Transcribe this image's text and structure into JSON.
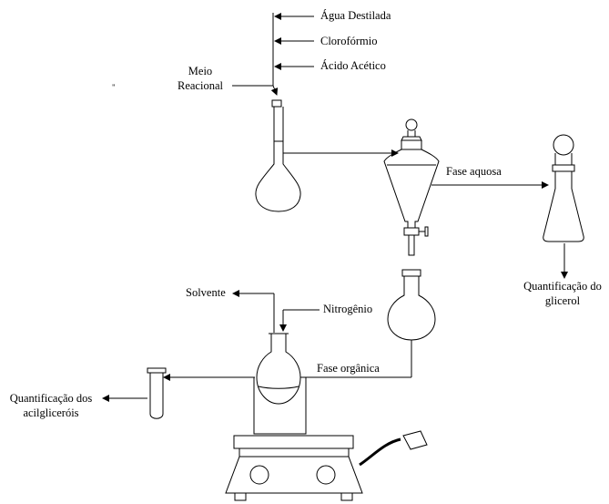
{
  "labels": {
    "agua_destilada": "Água Destilada",
    "cloroformio": "Clorofórmio",
    "acido_acetico": "Ácido Acético",
    "meio_reacional_line1": "Meio",
    "meio_reacional_line2": "Reacional",
    "stray_mark": "\"",
    "fase_aquosa": "Fase aquosa",
    "quant_glicerol_line1": "Quantificação do",
    "quant_glicerol_line2": "glicerol",
    "solvente": "Solvente",
    "nitrogenio": "Nitrogênio",
    "fase_organica": "Fase orgânica",
    "quant_acilgliceróis_line1": "Quantificação dos",
    "quant_acilgliceróis_line2": "acilgliceróis"
  },
  "colors": {
    "stroke": "#000000",
    "background": "#ffffff"
  }
}
